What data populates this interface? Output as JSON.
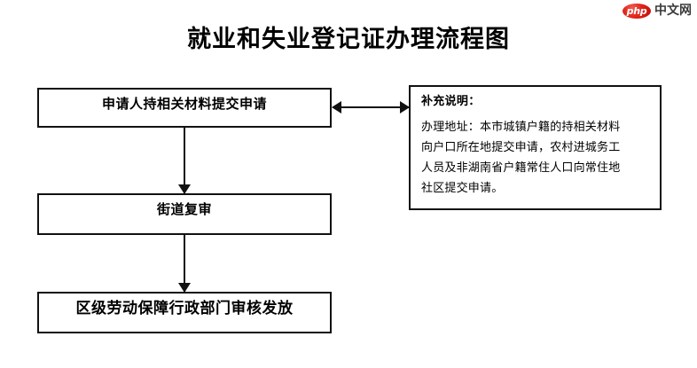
{
  "watermark": {
    "badge_text": "php",
    "site_name": "中文网",
    "badge_color": "#e02318",
    "text_color": "#3a3a3a"
  },
  "title": "就业和失业登记证办理流程图",
  "flow": {
    "steps": [
      {
        "id": "step-1",
        "label": "申请人持相关材料提交申请"
      },
      {
        "id": "step-2",
        "label": "街道复审"
      },
      {
        "id": "step-3",
        "label": "区级劳动保障行政部门审核发放"
      }
    ]
  },
  "note": {
    "heading": "补充说明：",
    "lines": [
      "办理地址：本市城镇户籍的持相关材料",
      "向户口所在地提交申请，农村进城务工",
      "人员及非湖南省户籍常住人口向常住地",
      "社区提交申请。"
    ]
  },
  "colors": {
    "stroke": "#111111",
    "background": "#ffffff"
  }
}
